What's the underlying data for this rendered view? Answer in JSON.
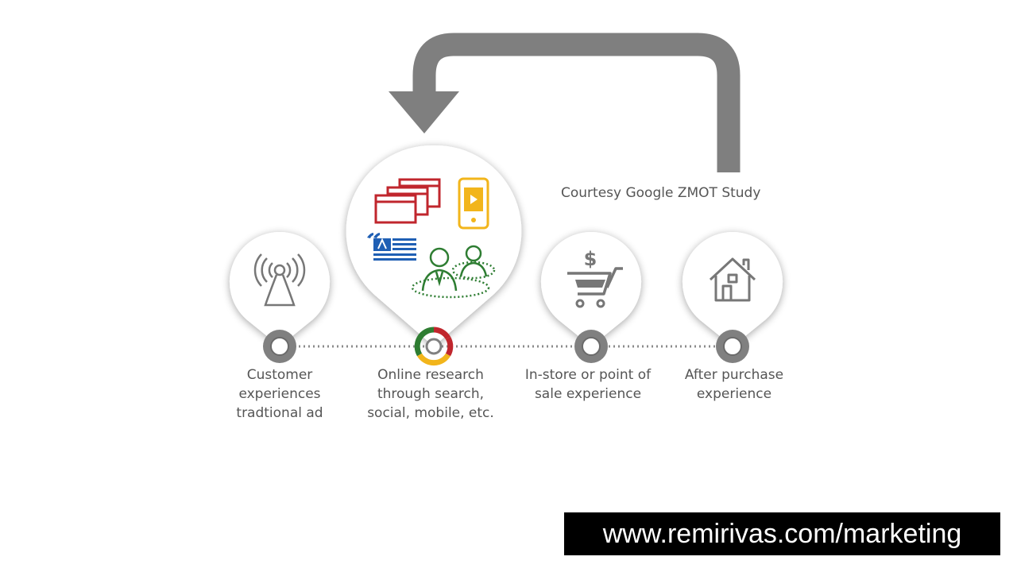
{
  "courtesy": "Courtesy Google ZMOT Study",
  "stages": [
    {
      "label": "Customer\nexperiences\ntradtional ad",
      "icon": "broadcast-tower-icon"
    },
    {
      "label": "Online research\nthrough search,\nsocial, mobile, etc.",
      "icon": "online-research-icons"
    },
    {
      "label": "In-store or point of\nsale experience",
      "icon": "shopping-cart-icon"
    },
    {
      "label": "After purchase\nexperience",
      "icon": "house-icon"
    }
  ],
  "colors": {
    "arrow": "#7f7f7f",
    "node": "#808080",
    "red": "#c0262d",
    "yellow": "#f2b51b",
    "green": "#2e7d32",
    "blue": "#1f5fb4",
    "text": "#555555"
  },
  "footer": {
    "url": "www.remirivas.com/marketing"
  }
}
